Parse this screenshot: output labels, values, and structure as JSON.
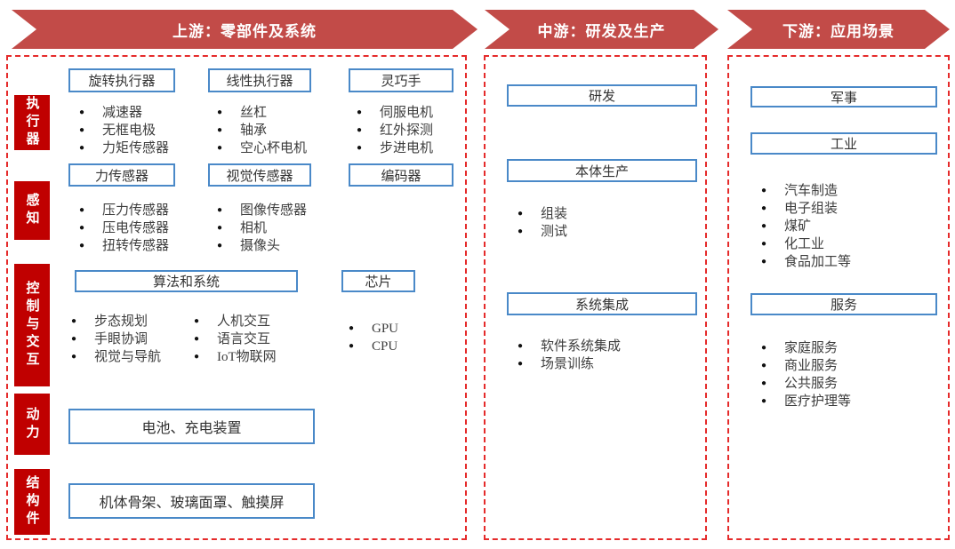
{
  "arrows": [
    {
      "label": "上游：零部件及系统"
    },
    {
      "label": "中游：研发及生产"
    },
    {
      "label": "下游：应用场景"
    }
  ],
  "upstream": {
    "categories": [
      "执行器",
      "感知",
      "控制与交互",
      "动力",
      "结构件"
    ],
    "row1": {
      "boxes": [
        {
          "title": "旋转执行器",
          "items": [
            "减速器",
            "无框电极",
            "力矩传感器"
          ]
        },
        {
          "title": "线性执行器",
          "items": [
            "丝杠",
            "轴承",
            "空心杯电机"
          ]
        },
        {
          "title": "灵巧手",
          "items": [
            "伺服电机",
            "红外探测",
            "步进电机"
          ]
        }
      ]
    },
    "row2": {
      "boxes": [
        {
          "title": "力传感器",
          "items": [
            "压力传感器",
            "压电传感器",
            "扭转传感器"
          ]
        },
        {
          "title": "视觉传感器",
          "items": [
            "图像传感器",
            "相机",
            "摄像头"
          ]
        },
        {
          "title": "编码器",
          "items": []
        }
      ]
    },
    "row3": {
      "algo": {
        "title": "算法和系统",
        "col_a": [
          "步态规划",
          "手眼协调",
          "视觉与导航"
        ],
        "col_b": [
          "人机交互",
          "语言交互",
          "IoT物联网"
        ]
      },
      "chip": {
        "title": "芯片",
        "items": [
          "GPU",
          "CPU"
        ]
      }
    },
    "row4": {
      "title": "电池、充电装置"
    },
    "row5": {
      "title": "机体骨架、玻璃面罩、触摸屏"
    }
  },
  "midstream": {
    "sections": [
      {
        "title": "研发",
        "items": []
      },
      {
        "title": "本体生产",
        "items": [
          "组装",
          "测试"
        ]
      },
      {
        "title": "系统集成",
        "items": [
          "软件系统集成",
          "场景训练"
        ]
      }
    ]
  },
  "downstream": {
    "sections": [
      {
        "title": "军事",
        "items": []
      },
      {
        "title": "工业",
        "items": [
          "汽车制造",
          "电子组装",
          "煤矿",
          "化工业",
          "食品加工等"
        ]
      },
      {
        "title": "服务",
        "items": [
          "家庭服务",
          "商业服务",
          "公共服务",
          "医疗护理等"
        ]
      }
    ]
  },
  "colors": {
    "arrow_red": "#c24b48",
    "category_red": "#c00000",
    "panel_border_red": "#e52b2b",
    "box_border_blue": "#4a89c8",
    "text": "#3d3d3d"
  }
}
